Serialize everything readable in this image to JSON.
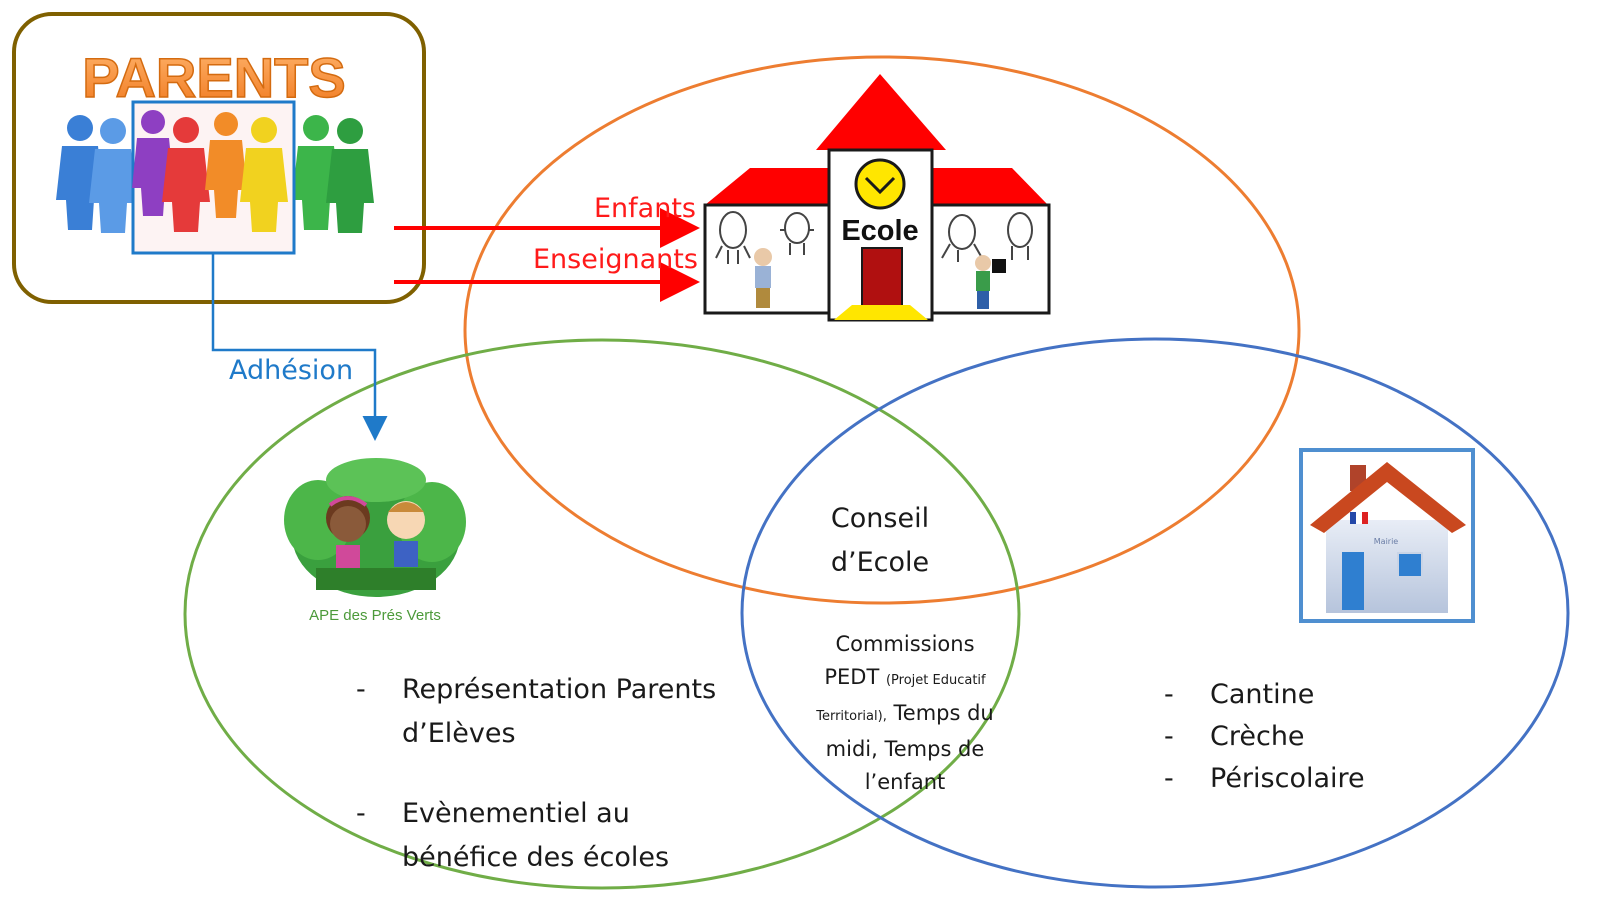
{
  "parents": {
    "title": "PARENTS"
  },
  "arrows": {
    "children": "Enfants",
    "teachers": "Enseignants",
    "membership": "Adhésion"
  },
  "school": {
    "sign": "Ecole"
  },
  "ape": {
    "name": "APE des Prés Verts"
  },
  "town_hall": {
    "sign": "Mairie"
  },
  "council": {
    "line1": "Conseil",
    "line2": "d’Ecole"
  },
  "commissions": {
    "line1": "Commissions",
    "line2_main": "PEDT",
    "line2_small": "(Projet Educatif",
    "line3_small": "Territorial),",
    "line3_main": "Temps du",
    "line4": "midi, Temps de",
    "line5": "l’enfant"
  },
  "ape_items": {
    "bullet": "-",
    "item1_l1": "Représentation Parents",
    "item1_l2": "d’Elèves",
    "item2_l1": "Evènementiel au",
    "item2_l2": "bénéfice des écoles"
  },
  "mairie_items": [
    "Cantine",
    "Crèche",
    "Périscolaire"
  ],
  "colors": {
    "school_circle": "#ed7d31",
    "ape_circle": "#70ad47",
    "mairie_circle": "#4472c4",
    "parents_frame": "#7f6000",
    "arrow_red": "#ff0000",
    "arrow_blue": "#1f7ac9"
  }
}
